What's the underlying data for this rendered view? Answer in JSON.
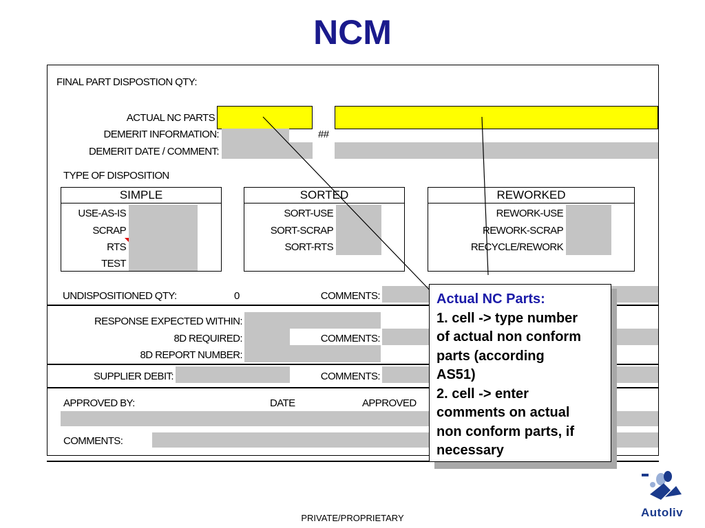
{
  "title": "NCM",
  "form": {
    "final_part_disposition_label": "FINAL PART DISPOSTION QTY:",
    "actual_nc_parts_label": "ACTUAL NC PARTS",
    "demerit_information_label": "DEMERIT INFORMATION:",
    "demerit_information_value": "##",
    "demerit_date_comment_label": "DEMERIT DATE / COMMENT:",
    "type_of_disposition_label": "TYPE OF DISPOSITION",
    "simple": {
      "header": "SIMPLE",
      "rows": [
        "USE-AS-IS",
        "SCRAP",
        "RTS",
        "TEST"
      ]
    },
    "sorted": {
      "header": "SORTED",
      "rows": [
        "SORT-USE",
        "SORT-SCRAP",
        "SORT-RTS"
      ]
    },
    "reworked": {
      "header": "REWORKED",
      "rows": [
        "REWORK-USE",
        "REWORK-SCRAP",
        "RECYCLE/REWORK"
      ]
    },
    "undispositioned_qty_label": "UNDISPOSITIONED QTY:",
    "undispositioned_qty_value": "0",
    "comments_label": "COMMENTS:",
    "response_expected_within_label": "RESPONSE EXPECTED WITHIN:",
    "8d_required_label": "8D REQUIRED:",
    "8d_report_number_label": "8D REPORT NUMBER:",
    "supplier_debit_label": "SUPPLIER DEBIT:",
    "approved_by_label": "APPROVED BY:",
    "date_label": "DATE",
    "approved_label": "APPROVED",
    "bottom_comments_label": "COMMENTS:"
  },
  "callout": {
    "heading": "Actual NC Parts:",
    "lines": [
      "1. cell -> type number",
      "of actual non conform",
      "parts (according",
      "AS51)",
      "2. cell -> enter",
      "comments on actual",
      "non conform parts, if",
      "necessary"
    ]
  },
  "footer": "PRIVATE/PROPRIETARY",
  "logo": {
    "name": "Autoliv",
    "color": "#1a3a8c"
  },
  "colors": {
    "title": "#1a1a8c",
    "input_yellow": "#ffff00",
    "input_gray": "#c4c4c4",
    "callout_heading": "#1a1aa8"
  }
}
